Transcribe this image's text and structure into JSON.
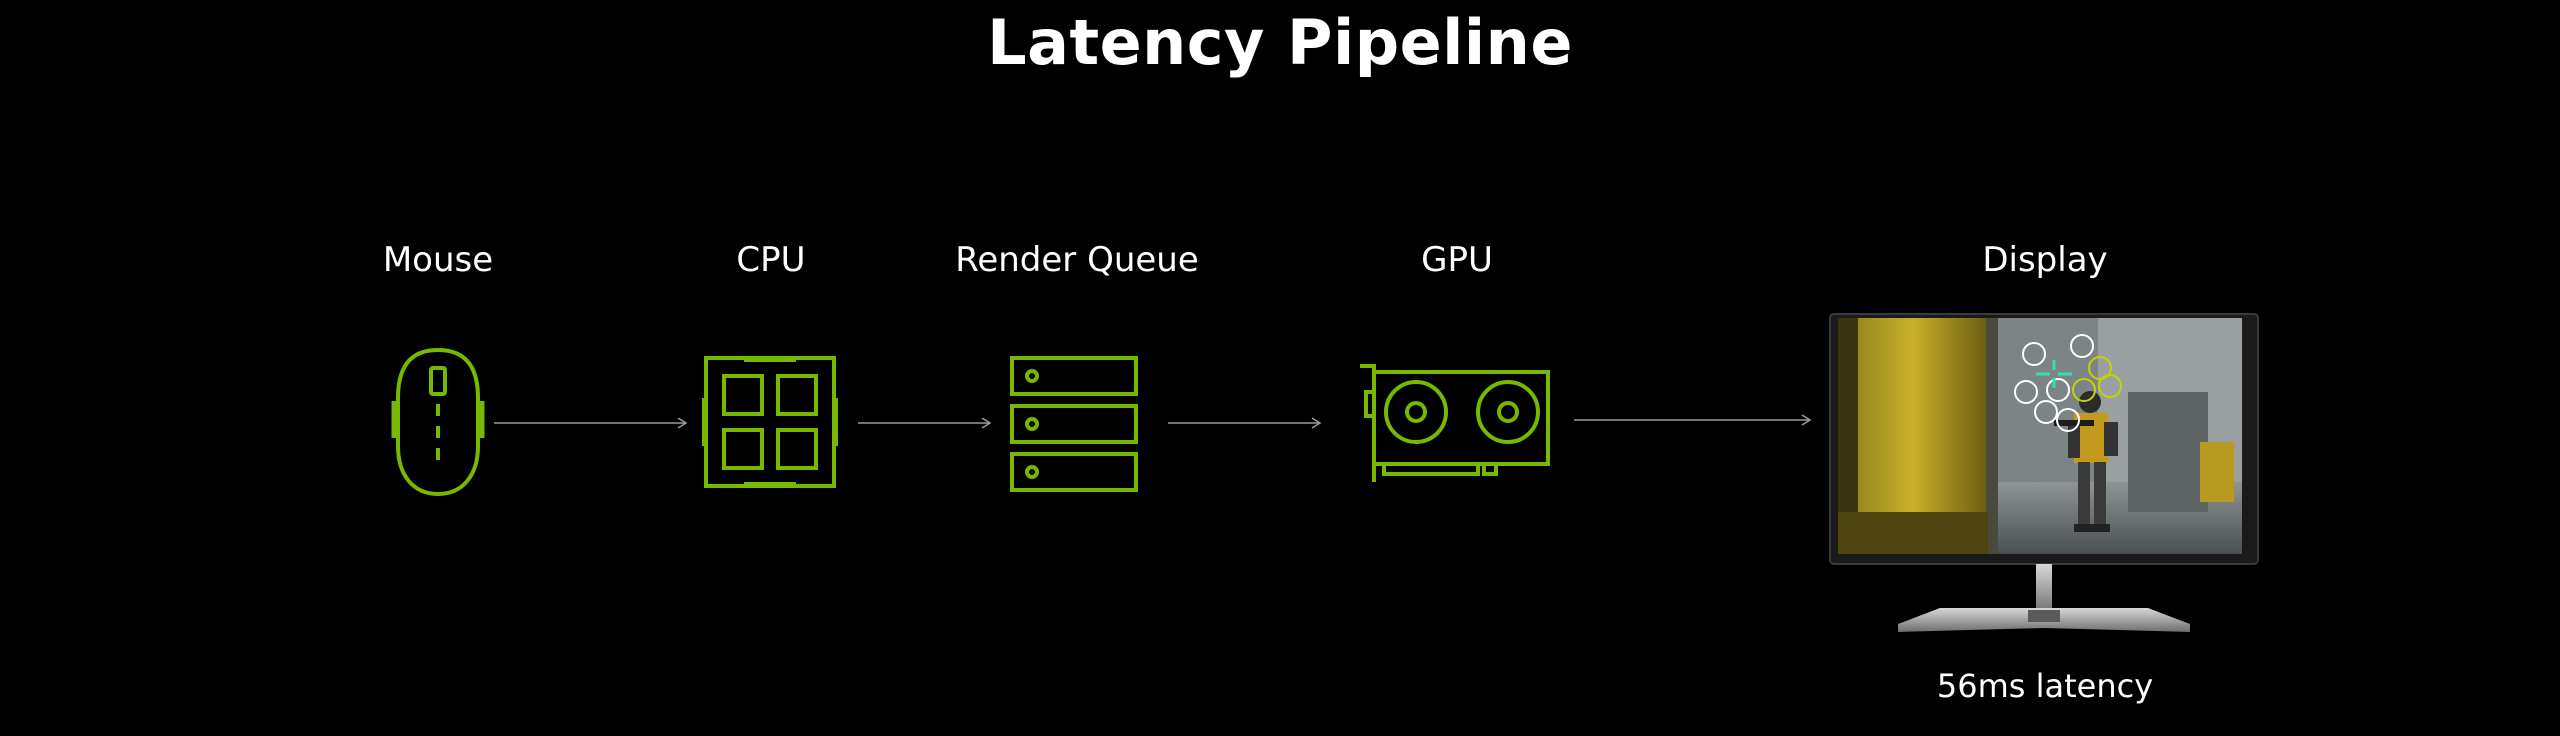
{
  "title": "Latency Pipeline",
  "stages": [
    {
      "label": "Mouse",
      "icon": "mouse-icon"
    },
    {
      "label": "CPU",
      "icon": "cpu-icon"
    },
    {
      "label": "Render Queue",
      "icon": "render-queue-icon"
    },
    {
      "label": "GPU",
      "icon": "gpu-icon"
    },
    {
      "label": "Display",
      "icon": "monitor-icon"
    }
  ],
  "latency_caption": "56ms latency",
  "colors": {
    "background": "#000000",
    "accent": "#76b900",
    "text": "#ffffff",
    "arrow": "#9a9a9a"
  }
}
